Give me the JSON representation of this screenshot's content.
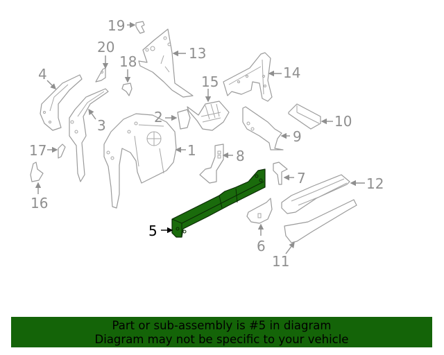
{
  "diagram": {
    "highlighted_part": "5",
    "highlight_color": "#1a6b0c",
    "callouts": [
      {
        "id": "1",
        "label": "1"
      },
      {
        "id": "2",
        "label": "2"
      },
      {
        "id": "3",
        "label": "3"
      },
      {
        "id": "4",
        "label": "4"
      },
      {
        "id": "5",
        "label": "5"
      },
      {
        "id": "6",
        "label": "6"
      },
      {
        "id": "7",
        "label": "7"
      },
      {
        "id": "8",
        "label": "8"
      },
      {
        "id": "9",
        "label": "9"
      },
      {
        "id": "10",
        "label": "10"
      },
      {
        "id": "11",
        "label": "11"
      },
      {
        "id": "12",
        "label": "12"
      },
      {
        "id": "13",
        "label": "13"
      },
      {
        "id": "14",
        "label": "14"
      },
      {
        "id": "15",
        "label": "15"
      },
      {
        "id": "16",
        "label": "16"
      },
      {
        "id": "17",
        "label": "17"
      },
      {
        "id": "18",
        "label": "18"
      },
      {
        "id": "19",
        "label": "19"
      },
      {
        "id": "20",
        "label": "20"
      }
    ]
  },
  "banner": {
    "line1": "Part or sub-assembly is #5 in diagram",
    "line2": "Diagram may not be specific to your vehicle",
    "background": "#146408"
  }
}
